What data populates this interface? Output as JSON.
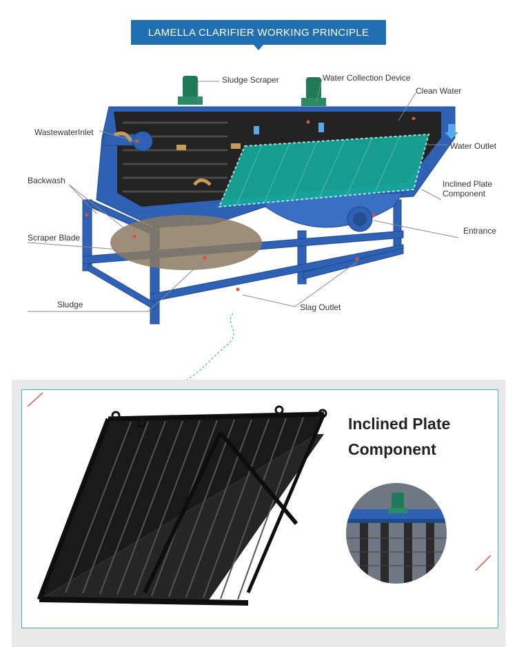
{
  "header": {
    "title": "LAMELLA CLARIFIER WORKING PRINCIPLE"
  },
  "labels": {
    "sludge_scraper": "Sludge Scraper",
    "water_collection_device": "Water Collection Device",
    "clean_water": "Clean Water",
    "wastewater_inlet": "WastewaterInlet",
    "water_outlet": "Water Outlet",
    "backwash": "Backwash",
    "inclined_plate_component": "Inclined Plate\nComponent",
    "entrance": "Entrance",
    "scraper_blade": "Scraper Blade",
    "sludge": "Sludge",
    "slag_outlet": "Slag Outlet"
  },
  "component_panel": {
    "title": "Inclined Plate Component"
  },
  "colors": {
    "banner": "#1f6fb2",
    "frame_blue": "#2f62b5",
    "plate_teal": "#16a89a",
    "accent_cyan": "#2fb7c7",
    "motor_green": "#1f7a5a",
    "leader_line": "#888888",
    "accent_red": "#e0503a",
    "arrow_blue": "#5aa8e6",
    "arrow_tan": "#c89a5a"
  }
}
